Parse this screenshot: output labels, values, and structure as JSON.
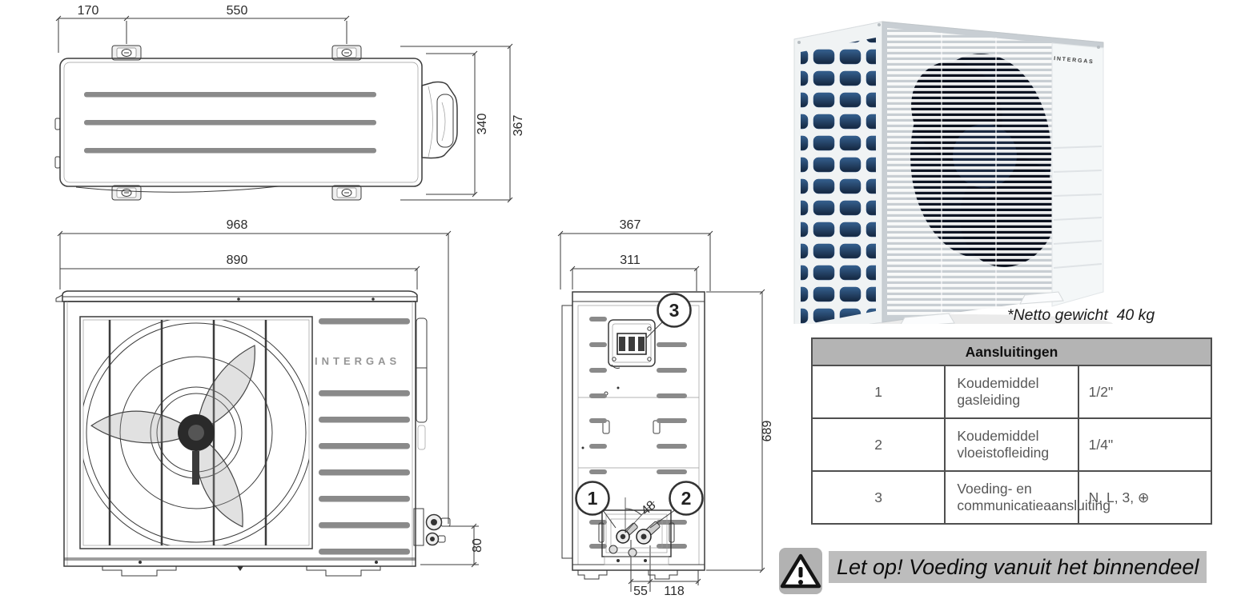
{
  "drawings": {
    "top_view": {
      "d170": "170",
      "d550": "550",
      "d340": "340",
      "d367": "367"
    },
    "front_view": {
      "d968": "968",
      "d890": "890",
      "d80": "80",
      "logo": "INTERGAS"
    },
    "side_view": {
      "d367": "367",
      "d311": "311",
      "d689": "689",
      "d55": "55",
      "d118": "118",
      "angle": "48",
      "c1": "1",
      "c2": "2",
      "c3": "3"
    }
  },
  "photo": {
    "logo": "INTERGAS",
    "caption": "*Netto gewicht  40 kg"
  },
  "table": {
    "title": "Aansluitingen",
    "rows": [
      {
        "num": "1",
        "label": "Koudemiddel gasleiding",
        "value": "1/2\""
      },
      {
        "num": "2",
        "label": "Koudemiddel vloeistofleiding",
        "value": "1/4\""
      },
      {
        "num": "3",
        "label": "Voeding- en communicatieaansluiting",
        "value": "N, L, 3, ⊕"
      }
    ]
  },
  "warning": {
    "text": "Let op! Voeding vanuit het binnendeel"
  },
  "colors": {
    "drawing_line": "#3b3b3b",
    "slat_gray": "#8a8a8a",
    "table_header_bg": "#b4b4b4",
    "table_border": "#4f4f4f",
    "table_text": "#575757",
    "warning_bg": "#bdbdbd",
    "warning_icon_bg": "#b2b2b2",
    "coil_blue_dark": "#14263f",
    "coil_blue_light": "#35608f"
  }
}
